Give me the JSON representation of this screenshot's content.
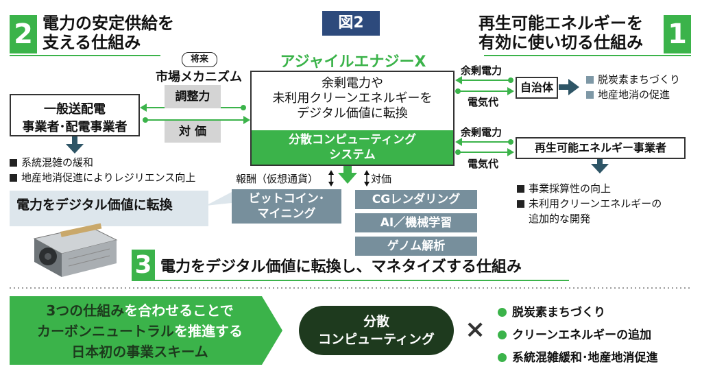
{
  "figure_label": "図2",
  "sections": {
    "s1": {
      "number": "1",
      "title_line1": "再生可能エネルギーを",
      "title_line2": "有効に使い切る仕組み"
    },
    "s2": {
      "number": "2",
      "title_line1": "電力の安定供給を",
      "title_line2": "支える仕組み"
    },
    "s3": {
      "number": "3",
      "title": "電力をデジタル価値に転換し、マネタイズする仕組み"
    }
  },
  "future": {
    "tag": "将来",
    "market": "市場メカニズム",
    "adjust": "調整力",
    "price": "対 価"
  },
  "company": "アジャイルエナジーX",
  "center": {
    "line1": "余剰電力や",
    "line2": "未利用クリーンエネルギーを",
    "line3": "デジタル価値に転換",
    "dist_line1": "分散コンピューティング",
    "dist_line2": "システム"
  },
  "grid_operator": {
    "line1": "一般送配電",
    "line2": "事業者･配電事業者",
    "benefits": [
      "系統混雑の緩和",
      "地産地消促進によりレジリエンス向上"
    ]
  },
  "municipality": {
    "name": "自治体",
    "surplus": "余剰電力",
    "fee": "電気代",
    "benefits": [
      "脱炭素まちづくり",
      "地産地消の促進"
    ]
  },
  "renewable": {
    "name": "再生可能エネルギー事業者",
    "surplus": "余剰電力",
    "fee": "電気代",
    "benefits": [
      "事業採算性の向上",
      "未利用クリーンエネルギーの",
      "追加的な開発"
    ]
  },
  "rewards": {
    "reward": "報酬（仮想通貨）",
    "price": "対価"
  },
  "callout": "電力をデジタル価値に転換",
  "apps": {
    "bitcoin_line1": "ビットコイン･",
    "bitcoin_line2": "マイニング",
    "items": [
      "CGレンダリング",
      "AI／機械学習",
      "ゲノム解析"
    ]
  },
  "bottom": {
    "line1a": "3つの仕組み",
    "line1b": "を合わせることで",
    "line2a": "カーボンニュートラル",
    "line2b": "を推進する",
    "line3": "日本初の事業スキーム",
    "pill_line1": "分散",
    "pill_line2": "コンピューティング",
    "times": "×",
    "bullets": [
      "脱炭素まちづくり",
      "クリーンエネルギーの追加",
      "系統混雑緩和･地産地消促進"
    ]
  },
  "colors": {
    "green": "#3bb34a",
    "dark_green": "#1e3a1e",
    "slate": "#778f9c",
    "navy": "#2d4a7c",
    "arrow": "#2e5566"
  }
}
